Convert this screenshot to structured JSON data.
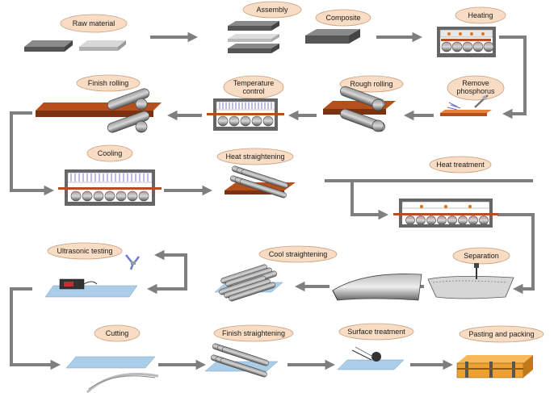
{
  "steps": {
    "raw_material": "Raw material",
    "assembly": "Assembly",
    "composite": "Composite",
    "heating": "Heating",
    "finish_rolling": "Finish rolling",
    "temperature_control_line1": "Temperature",
    "temperature_control_line2": "control",
    "rough_rolling": "Rough rolling",
    "remove_phosphorus_line1": "Remove",
    "remove_phosphorus_line2": "phosphorus",
    "cooling": "Cooling",
    "heat_straightening": "Heat straightening",
    "heat_treatment": "Heat treatment",
    "ultrasonic_testing": "Ultrasonic testing",
    "cool_straightening": "Cool straightening",
    "separation": "Separation",
    "cutting": "Cutting",
    "finish_straightening": "Finish straightening",
    "surface_treatment": "Surface treatment",
    "pasting_and_packing": "Pasting and packing"
  },
  "colors": {
    "label_fill": "#f9dcc4",
    "label_stroke": "#c8a080",
    "arrow": "#7f7f7f",
    "hot_steel": "#b5501c",
    "cold_steel": "#aacde8",
    "roller": "#6e6e6e",
    "plate_dark": "#555555",
    "plate_light": "#c4c4c4",
    "packing": "#f0a030"
  }
}
